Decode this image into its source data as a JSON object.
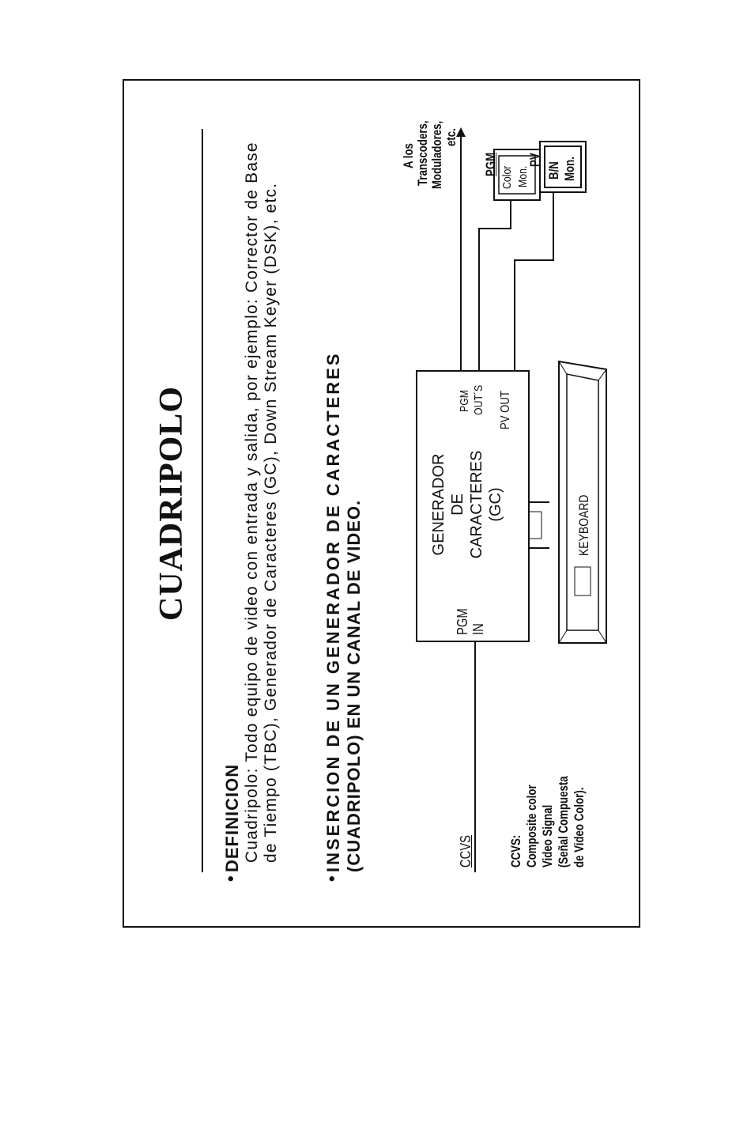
{
  "page": {
    "title": "CUADRIPOLO",
    "definition": {
      "heading": "DEFINICION",
      "text": "Cuadripolo: Todo equipo de video con entrada y salida, por ejemplo: Corrector de Base de Tiempo (TBC), Generador de Caracteres (GC), Down Stream Keyer (DSK), etc."
    },
    "insertion": {
      "heading_line1": "INSERCION DE UN GENERADOR DE CARACTERES",
      "heading_line2": "(CUADRIPOLO) EN UN CANAL DE VIDEO."
    },
    "bullet": "•"
  },
  "diagram": {
    "input_label": "CCVS",
    "gc_in_label_1": "PGM",
    "gc_in_label_2": "IN",
    "gc_name_1": "GENERADOR",
    "gc_name_2": "DE",
    "gc_name_3": "CARACTERES",
    "gc_name_4": "(GC)",
    "gc_out_label_1": "PGM",
    "gc_out_label_2": "OUT´S",
    "gc_pv_out_label": "PV OUT",
    "keyboard_label": "KEYBOARD",
    "dest_1": "A los",
    "dest_2": "Transcoders,",
    "dest_3": "Moduladores,",
    "dest_4": "etc.",
    "pgm_monitor_tag": "PGM",
    "pgm_monitor_1": "Color",
    "pgm_monitor_2": "Mon.",
    "pv_monitor_tag": "PV",
    "pv_monitor_1": "B/N",
    "pv_monitor_2": "Mon.",
    "note_1": "CCVS:",
    "note_2": "Composite  color",
    "note_3": "Video  Signal",
    "note_4": "(Señal Compuesta",
    "note_5": "de Video Color)."
  }
}
